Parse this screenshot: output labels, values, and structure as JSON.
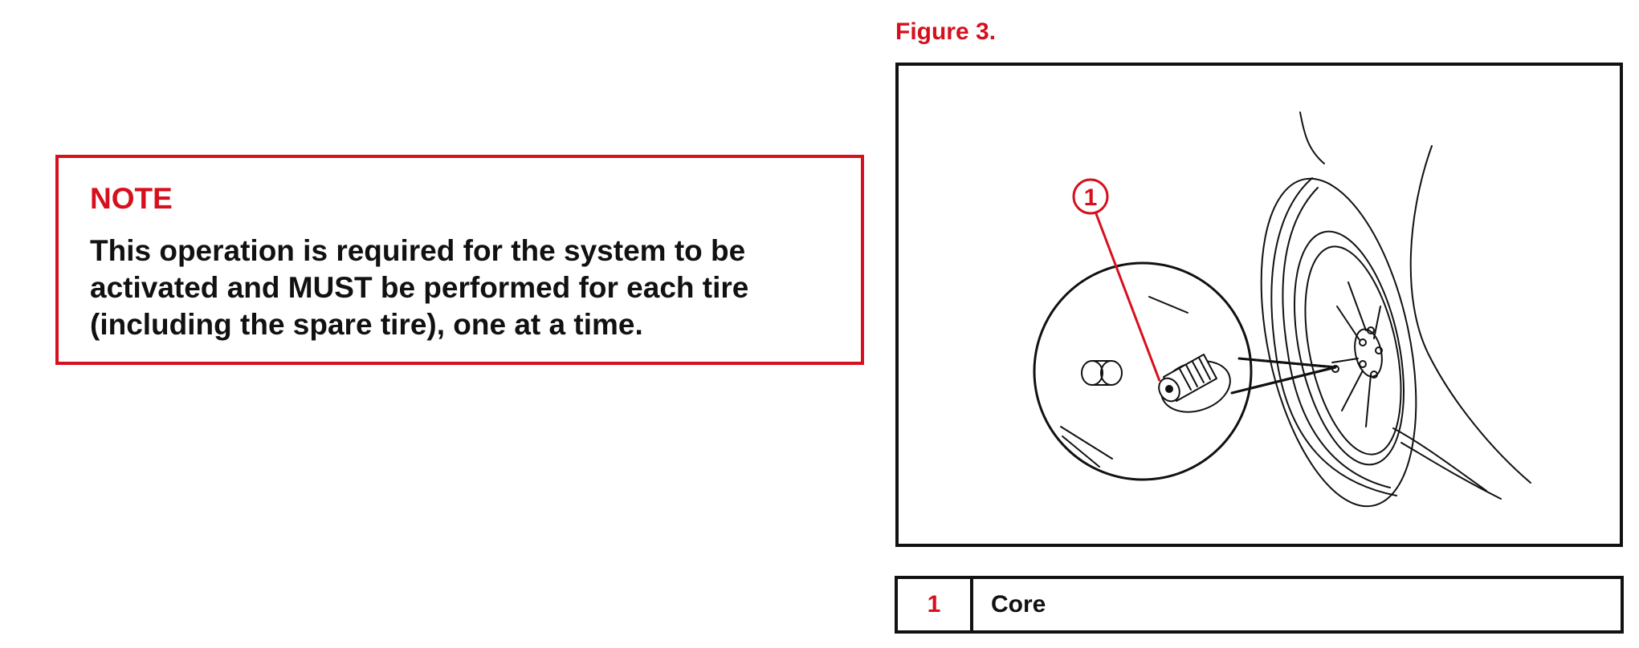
{
  "note": {
    "title": "NOTE",
    "text": "This operation is required for the system to be activated and MUST be performed for each tire (including the spare tire), one at a time."
  },
  "figure": {
    "caption": "Figure 3.",
    "callout_number": "1"
  },
  "legend": {
    "rows": [
      {
        "number": "1",
        "label": "Core"
      }
    ]
  },
  "colors": {
    "accent_red": "#d6101d",
    "ink": "#111111"
  }
}
